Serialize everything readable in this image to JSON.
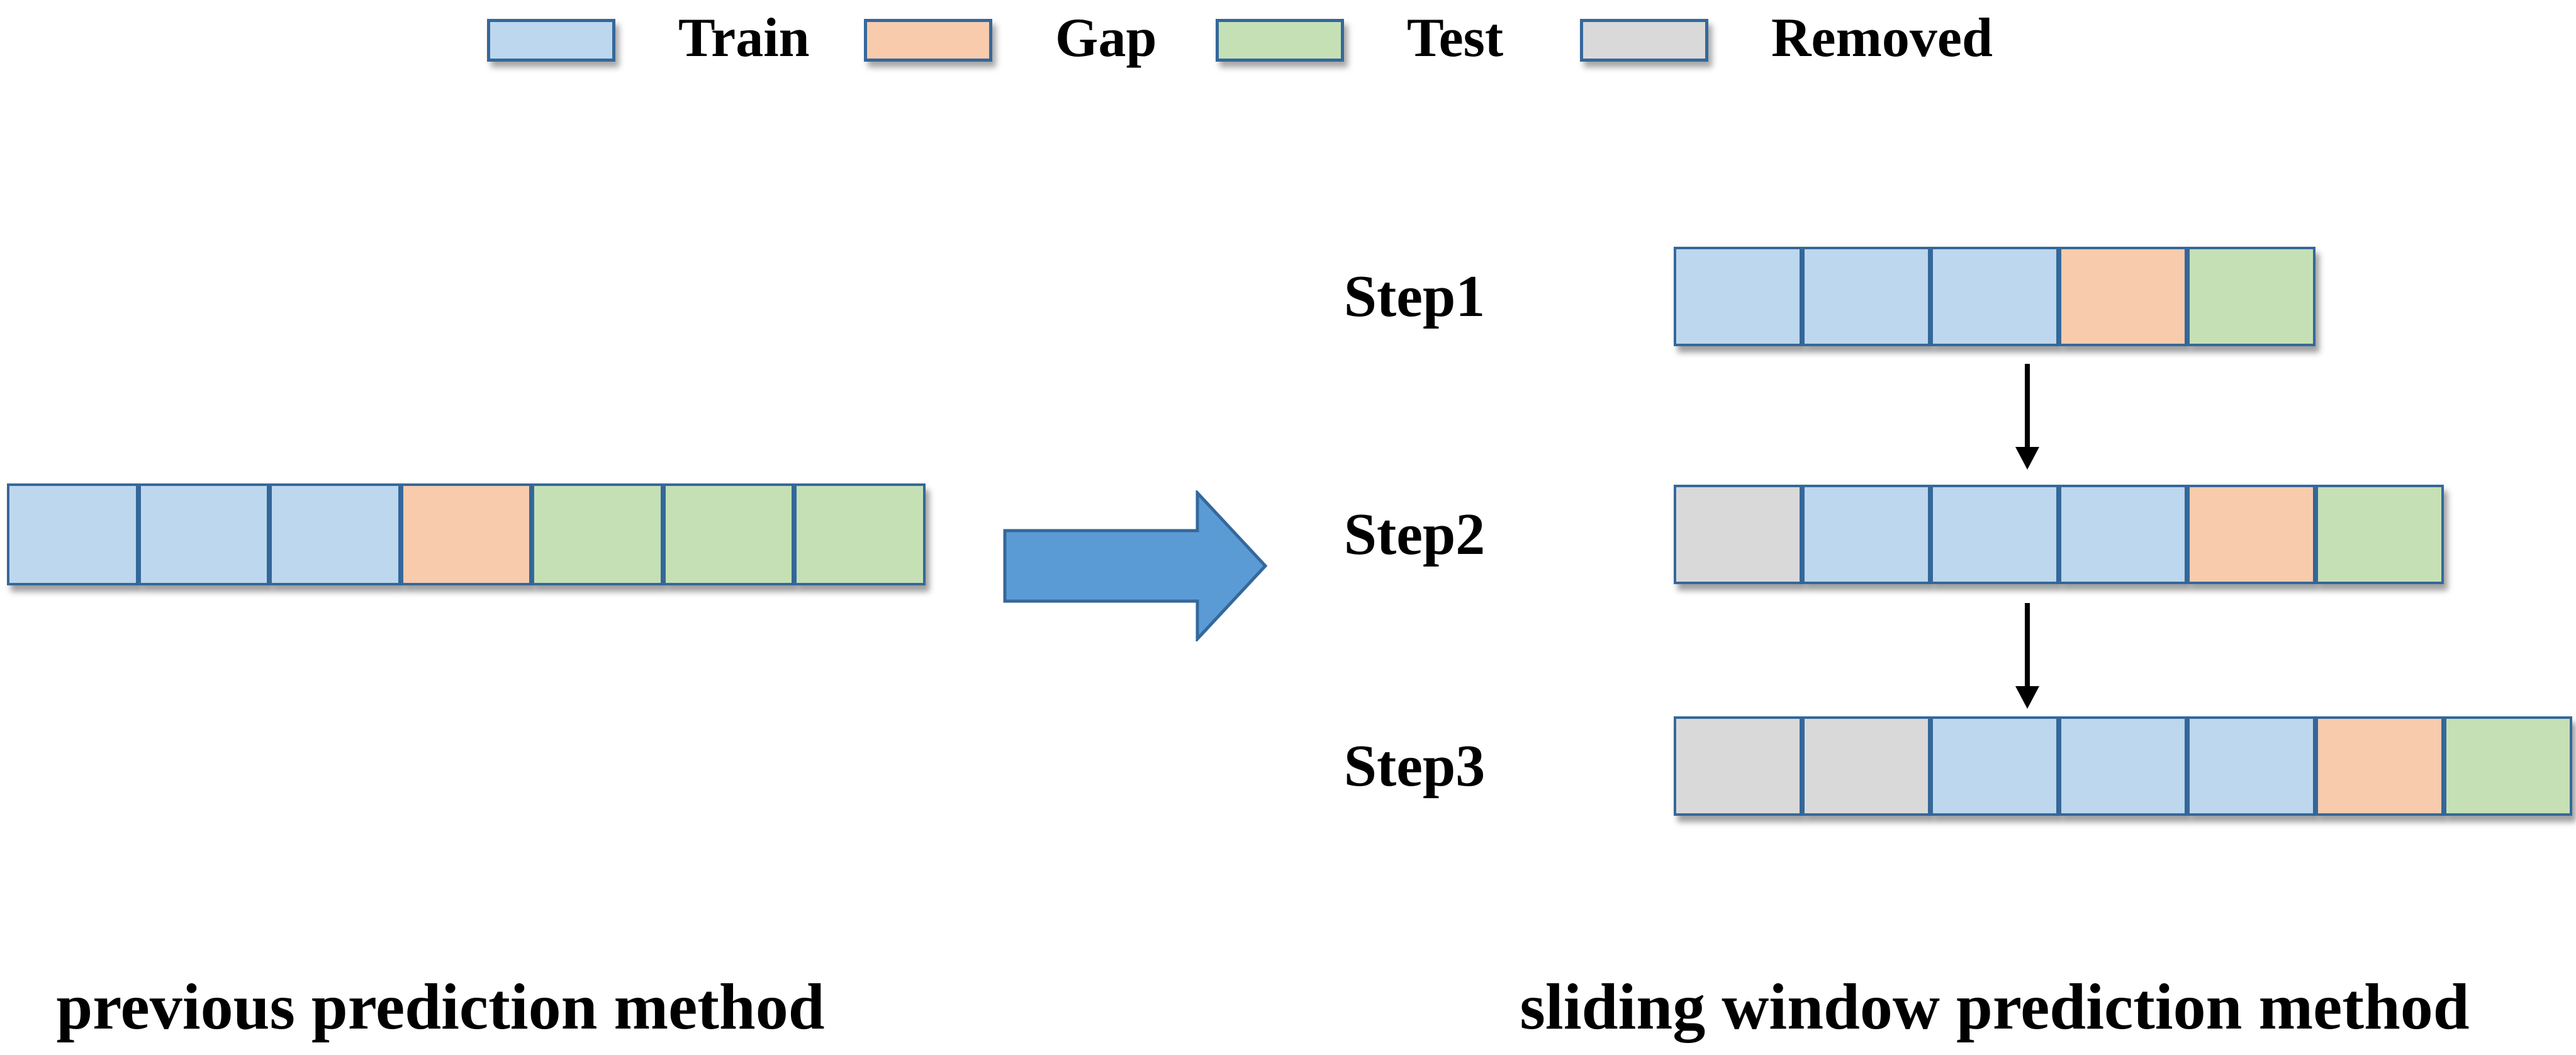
{
  "colors": {
    "train": "#BDD7EE",
    "gap": "#F8CBAD",
    "test": "#C5E0B4",
    "removed": "#D9D9D9",
    "border": "#35689B",
    "arrow_fill": "#5B9BD5",
    "arrow_stroke": "#35689B",
    "down_arrow": "#000000"
  },
  "legend": {
    "items": [
      {
        "label": "Train",
        "type": "train"
      },
      {
        "label": "Gap",
        "type": "gap"
      },
      {
        "label": "Test",
        "type": "test"
      },
      {
        "label": "Removed",
        "type": "removed"
      }
    ]
  },
  "left_panel": {
    "cells": [
      "train",
      "train",
      "train",
      "gap",
      "test",
      "test",
      "test"
    ],
    "caption": "previous prediction method"
  },
  "right_panel": {
    "steps": [
      {
        "label": "Step1",
        "cells": [
          "train",
          "train",
          "train",
          "gap",
          "test"
        ]
      },
      {
        "label": "Step2",
        "cells": [
          "removed",
          "train",
          "train",
          "train",
          "gap",
          "test"
        ]
      },
      {
        "label": "Step3",
        "cells": [
          "removed",
          "removed",
          "train",
          "train",
          "train",
          "gap",
          "test"
        ]
      }
    ],
    "caption": "sliding window prediction method"
  }
}
